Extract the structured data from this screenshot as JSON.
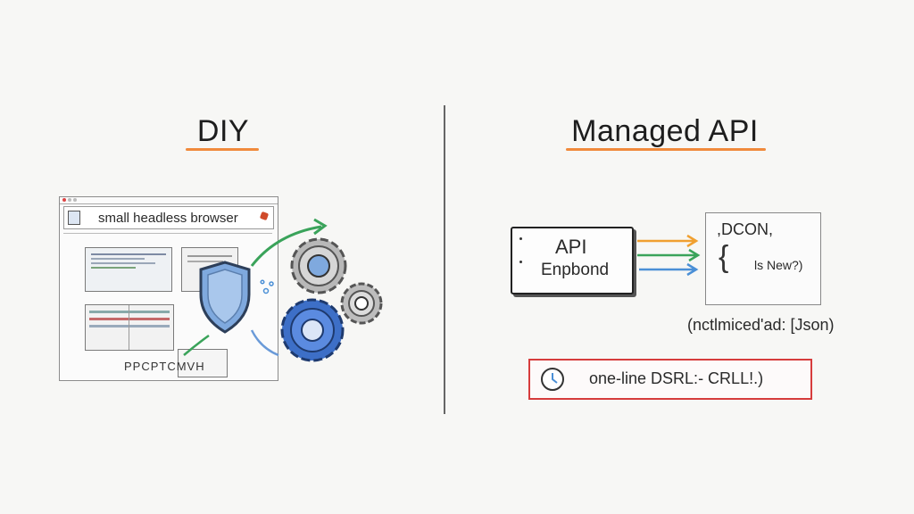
{
  "left": {
    "title": "DIY",
    "browser_label": "small headless browser",
    "scribble": "PPCPTCMVH"
  },
  "right": {
    "title": "Managed API",
    "api_box": {
      "line1": "API",
      "line2": "Enpbond"
    },
    "json_box": {
      "line1": ",DCON,",
      "line2": "ls New?)"
    },
    "caption": "(nctlmiced'ad: [Json)",
    "command": "one-line DSRL:- CRLL!.)"
  },
  "colors": {
    "accent_orange": "#f08a3c",
    "command_border": "#d63c3c",
    "shield": "#6f9fd8",
    "gear_blue": "#3d6fc7",
    "gear_gray": "#9a9a9a",
    "arrow_green": "#3aa35a",
    "arrow_blue": "#4a8fd6",
    "arrow_orange": "#f0a030"
  },
  "icons": [
    "shield-icon",
    "gear-icon",
    "clock-icon",
    "arrow-icon"
  ]
}
